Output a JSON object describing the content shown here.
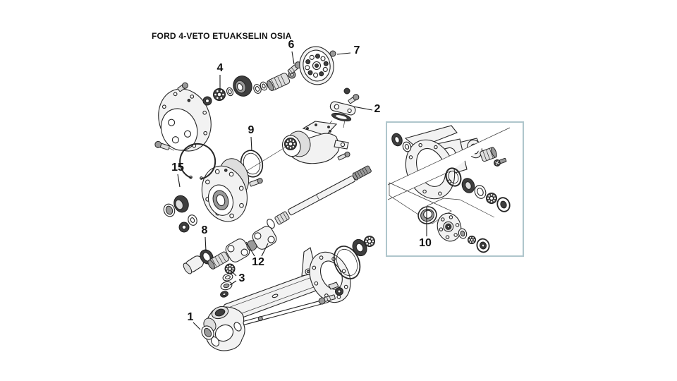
{
  "title": "FORD 4-VETO ETUAKSELIN OSIA",
  "colors": {
    "background": "#ffffff",
    "line": "#252525",
    "dark_part_fill": "#3f3f3f",
    "light_part_fill": "#f2f2f2",
    "inset_border": "#afc6cc"
  },
  "part_labels": [
    {
      "num": "1"
    },
    {
      "num": "2"
    },
    {
      "num": "3"
    },
    {
      "num": "4"
    },
    {
      "num": "6"
    },
    {
      "num": "7"
    },
    {
      "num": "8"
    },
    {
      "num": "9"
    },
    {
      "num": "10"
    },
    {
      "num": "12"
    },
    {
      "num": "15"
    }
  ]
}
